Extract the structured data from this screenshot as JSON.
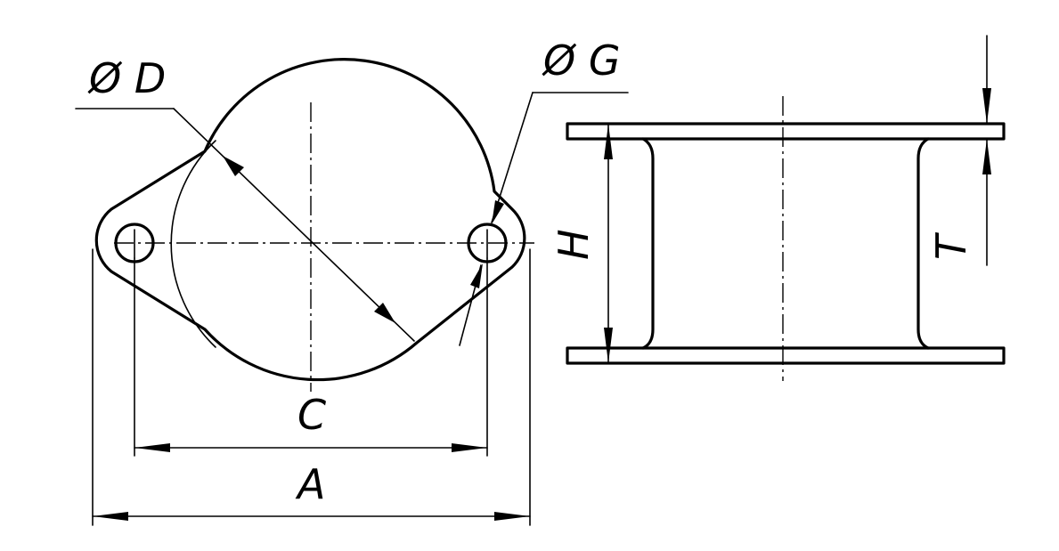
{
  "drawing": {
    "labels": {
      "dia_d": "Ø D",
      "dia_g": "Ø G",
      "dim_c": "C",
      "dim_a": "A",
      "dim_h": "H",
      "dim_t": "T"
    }
  }
}
